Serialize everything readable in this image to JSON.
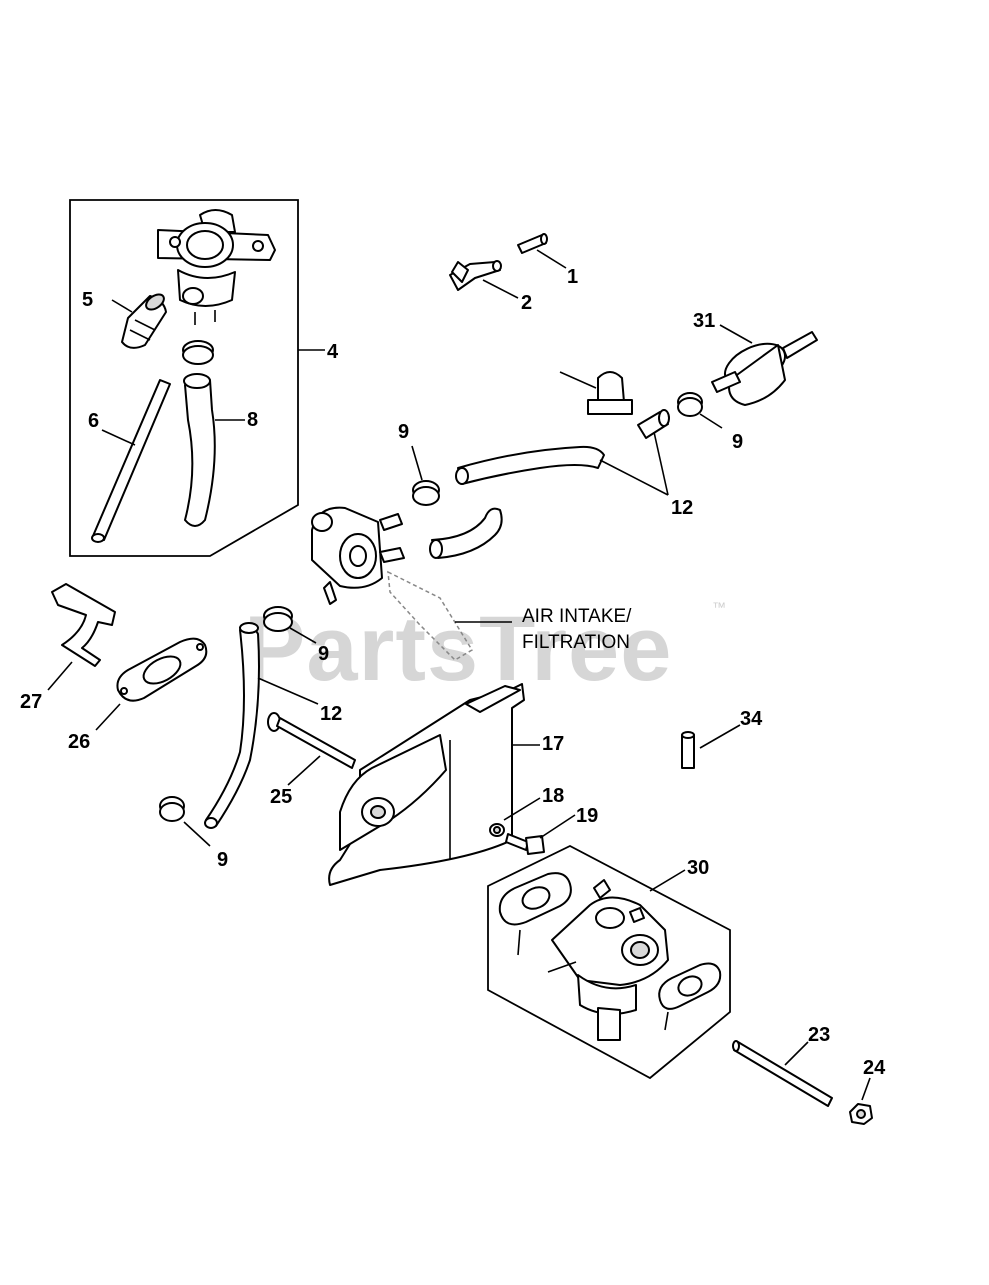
{
  "watermark": {
    "text": "PartsTree",
    "trademark": "™"
  },
  "diagram": {
    "callout_text": {
      "line1": "AIR INTAKE/",
      "line2": "FILTRATION"
    },
    "part_numbers": {
      "p1": "1",
      "p2": "2",
      "p31": "31",
      "p4": "4",
      "p5": "5",
      "p6": "6",
      "p8": "8",
      "p9a": "9",
      "p9b": "9",
      "p9c": "9",
      "p9d": "9",
      "p12a": "12",
      "p12b": "12",
      "p27": "27",
      "p26": "26",
      "p25": "25",
      "p17": "17",
      "p34": "34",
      "p18": "18",
      "p19": "19",
      "p30": "30",
      "p23": "23",
      "p24": "24"
    }
  }
}
